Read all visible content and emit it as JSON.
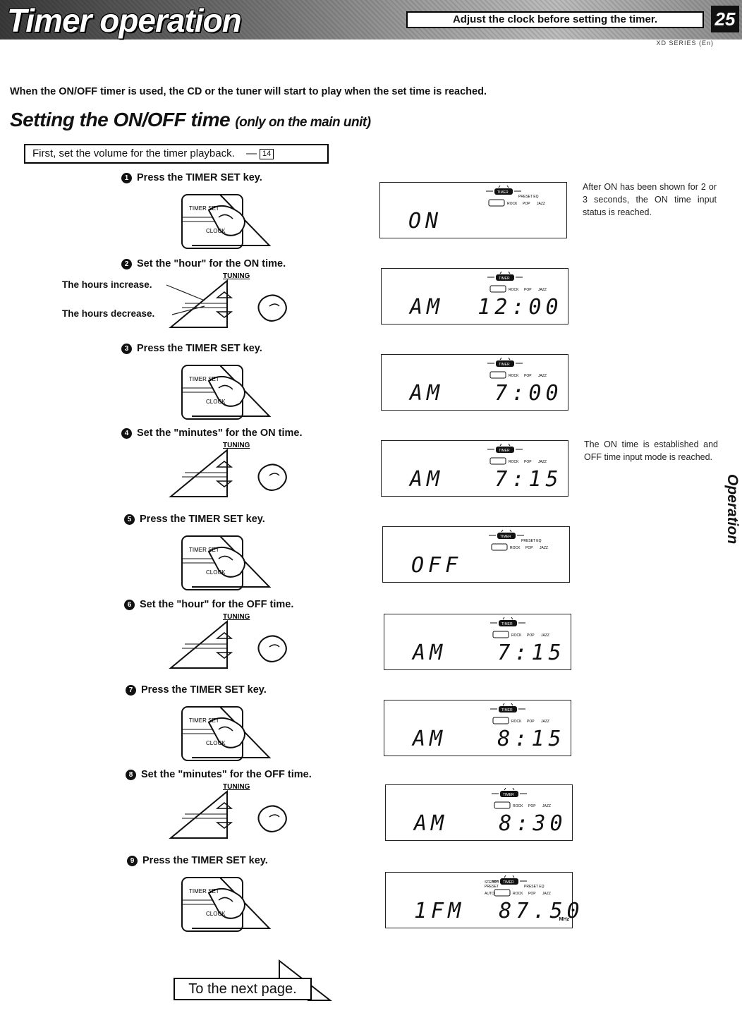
{
  "header": {
    "title": "Timer operation",
    "note": "Adjust the clock before setting the timer.",
    "page_number": "25",
    "series": "XD SERIES (En)"
  },
  "intro": "When the ON/OFF timer is used, the CD or the tuner will start to play when the set time is reached.",
  "section": {
    "title": "Setting the ON/OFF time",
    "subtitle": "(only on the main unit)",
    "prereq": "First, set the volume for the timer playback.",
    "prereq_ref": "14"
  },
  "key_labels": {
    "timer_set": "TIMER SET",
    "clock": "CLOCK",
    "tuning": "TUNING",
    "timer_ind": "TIMER",
    "preset_eq": "PRESET EQ",
    "rock": "ROCK",
    "pop": "POP",
    "jazz": "JAZZ",
    "auto": "AUTO",
    "stereo": "STEREO",
    "preset": "PRESET"
  },
  "labels": {
    "hours_increase": "The hours increase.",
    "hours_decrease": "The hours decrease."
  },
  "steps": [
    {
      "num": "1",
      "text": "Press the TIMER SET key.",
      "display": "ON"
    },
    {
      "num": "2",
      "text": "Set the \"hour\" for the ON time.",
      "display": "AM  12:00"
    },
    {
      "num": "3",
      "text": "Press the TIMER SET key.",
      "display": "AM   7:00"
    },
    {
      "num": "4",
      "text": "Set the \"minutes\" for the ON time.",
      "display": "AM   7:15"
    },
    {
      "num": "5",
      "text": "Press the TIMER SET key.",
      "display": "OFF"
    },
    {
      "num": "6",
      "text": "Set the \"hour\" for the OFF time.",
      "display": "AM   7:15"
    },
    {
      "num": "7",
      "text": "Press the TIMER SET key.",
      "display": "AM   8:15"
    },
    {
      "num": "8",
      "text": "Set the \"minutes\" for the OFF time.",
      "display": "AM   8:30"
    },
    {
      "num": "9",
      "text": "Press the TIMER SET key.",
      "display": "1FM  87.50"
    }
  ],
  "display_unit": "MHz",
  "notes": {
    "on_shown": "After ON has been shown for 2 or 3 seconds, the ON time input status is reached.",
    "on_established": "The ON time is established and OFF time input mode is reached."
  },
  "side_tab": "Operation",
  "next_page": "To the next page."
}
